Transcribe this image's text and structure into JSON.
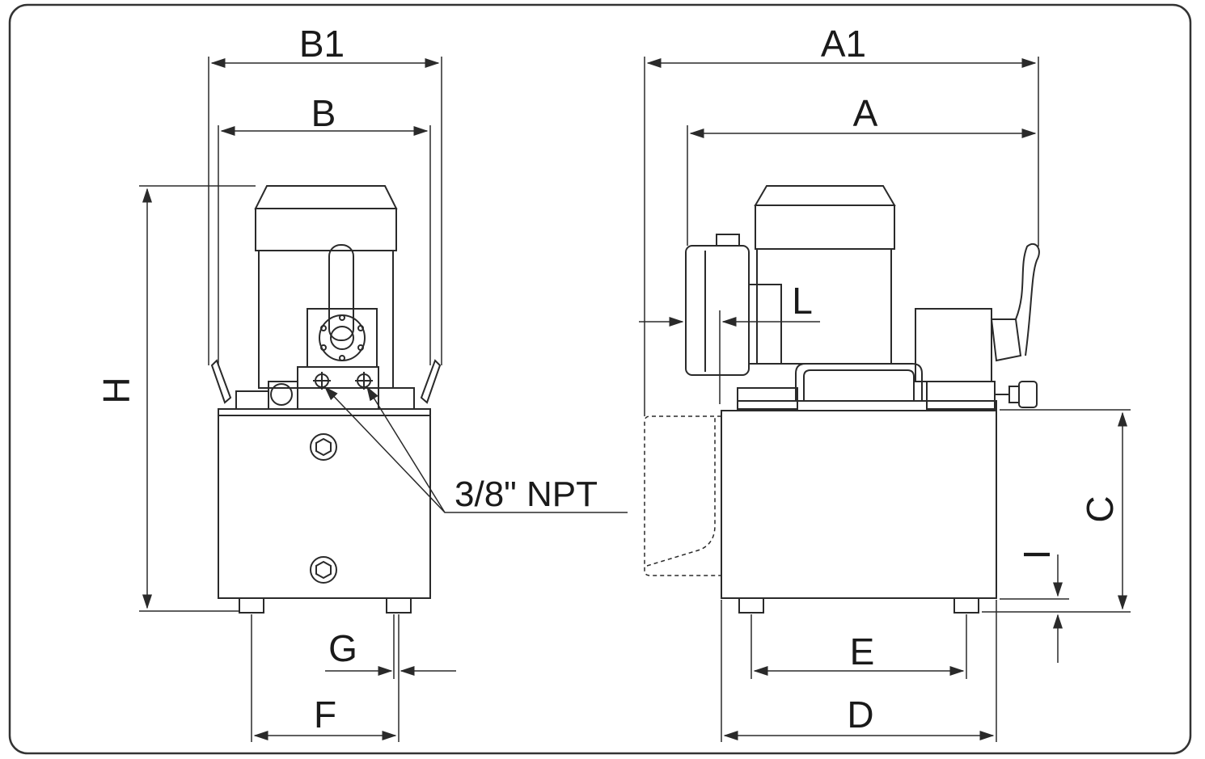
{
  "labels": {
    "b1": "B1",
    "b": "B",
    "h": "H",
    "g": "G",
    "f": "F",
    "port": "3/8\" NPT",
    "a1": "A1",
    "a": "A",
    "l": "L",
    "c": "C",
    "i": "I",
    "e": "E",
    "d": "D"
  },
  "colors": {
    "line": "#2a2a2a",
    "background": "#ffffff",
    "border": "#333333"
  }
}
